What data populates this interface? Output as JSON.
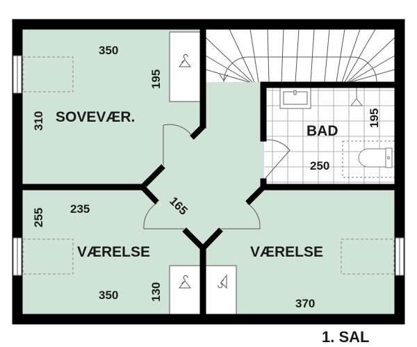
{
  "plan": {
    "title": "1. SAL",
    "colors": {
      "floor": "#cfe3d6",
      "wall": "#000000",
      "tile_bg": "#ffffff",
      "tile_line": "#9a9a9a",
      "text": "#1a1a1a"
    },
    "rooms": [
      {
        "id": "bedroom",
        "name": "SOVEVÆR.",
        "dims": {
          "width": "350",
          "depth": "310",
          "closet": "195"
        }
      },
      {
        "id": "bathroom",
        "name": "BAD",
        "dims": {
          "width": "250",
          "depth": "195"
        }
      },
      {
        "id": "room-left",
        "name": "VÆRELSE",
        "dims": {
          "width": "350",
          "inner_width": "235",
          "depth": "255",
          "closet": "130"
        }
      },
      {
        "id": "room-right",
        "name": "VÆRELSE",
        "dims": {
          "width": "370"
        }
      },
      {
        "id": "hallway",
        "name": "",
        "dims": {
          "width": "165"
        }
      }
    ],
    "fixtures": [
      "staircase",
      "sink",
      "shower",
      "toilet",
      "wardrobe-bedroom",
      "wardrobe-room-left",
      "wardrobe-room-right",
      "bed-outline-bedroom",
      "bed-outline-room-left",
      "bed-outline-room-right"
    ],
    "icons": {
      "hanger": "hanger-icon",
      "stair_arrow": "arrow-down-icon"
    }
  }
}
